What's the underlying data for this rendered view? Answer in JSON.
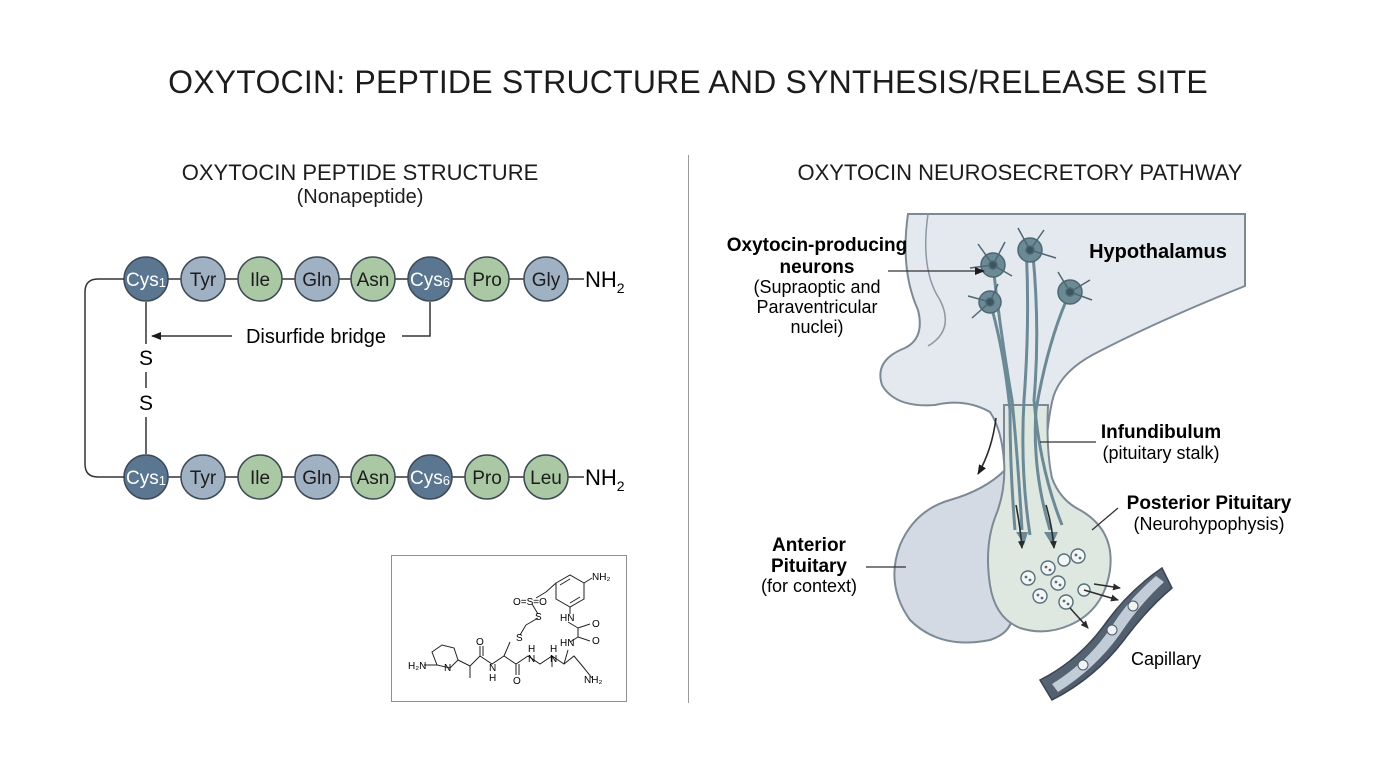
{
  "title": "OXYTOCIN: PEPTIDE STRUCTURE AND SYNTHESIS/RELEASE SITE",
  "left_panel": {
    "title": "OXYTOCIN PEPTIDE STRUCTURE",
    "subtitle": "(Nonapeptide)",
    "chain_top": [
      {
        "label": "Cys",
        "sub": "1",
        "type": "cys"
      },
      {
        "label": "Tyr",
        "sub": "",
        "type": "gray"
      },
      {
        "label": "Ile",
        "sub": "",
        "type": "green"
      },
      {
        "label": "Gln",
        "sub": "",
        "type": "gray"
      },
      {
        "label": "Asn",
        "sub": "",
        "type": "green"
      },
      {
        "label": "Cys",
        "sub": "6",
        "type": "cys"
      },
      {
        "label": "Pro",
        "sub": "",
        "type": "green"
      },
      {
        "label": "Gly",
        "sub": "",
        "type": "gray"
      }
    ],
    "chain_bottom": [
      {
        "label": "Cys",
        "sub": "1",
        "type": "cys"
      },
      {
        "label": "Tyr",
        "sub": "",
        "type": "gray"
      },
      {
        "label": "Ile",
        "sub": "",
        "type": "green"
      },
      {
        "label": "Gln",
        "sub": "",
        "type": "gray"
      },
      {
        "label": "Asn",
        "sub": "",
        "type": "green"
      },
      {
        "label": "Cys",
        "sub": "6",
        "type": "cys"
      },
      {
        "label": "Pro",
        "sub": "",
        "type": "green"
      },
      {
        "label": "Leu",
        "sub": "",
        "type": "green"
      }
    ],
    "terminal_top": "NH",
    "terminal_top_sub": "2",
    "terminal_bottom": "NH",
    "terminal_bottom_sub": "2",
    "bridge_label": "Disurfide bridge",
    "sulfur_1": "S",
    "sulfur_2": "S",
    "structure_labels": {
      "nh2_ring": "NH₂",
      "s_o_top": "O=S=O",
      "s_mid": "S",
      "s_low": "S",
      "hn_1": "HN",
      "hn_2": "HN",
      "o_1": "O",
      "o_2": "O",
      "h2n": "H₂N",
      "n_ring": "N",
      "n_1": "N",
      "h_1": "H",
      "o_3": "O",
      "o_4": "O",
      "h_2": "H",
      "n_2": "N",
      "h_3": "H",
      "n_3": "N",
      "nh2_end": "NH₂"
    }
  },
  "right_panel": {
    "title": "OXYTOCIN NEUROSECRETORY PATHWAY",
    "labels": {
      "neurons_title_1": "Oxytocin-producing",
      "neurons_title_2": "neurons",
      "neurons_sub_1": "(Supraoptic and",
      "neurons_sub_2": "Paraventricular",
      "neurons_sub_3": "nuclei)",
      "hypothalamus": "Hypothalamus",
      "infundibulum": "Infundibulum",
      "infundibulum_sub": "(pituitary stalk)",
      "posterior_1": "Posterior Pituitary",
      "posterior_2": "(Neurohypophysis)",
      "anterior_1": "Anterior",
      "anterior_2": "Pituitary",
      "anterior_3": "(for context)",
      "capillary": "Capillary"
    }
  },
  "colors": {
    "cys": "#5a7690",
    "gray": "#9fb1c2",
    "green": "#a9c8a3",
    "brain": "#e4e9ef",
    "tissue": "#dfe7e1",
    "neuron": "#6b8a96",
    "capillary": "#4f5d6e"
  }
}
